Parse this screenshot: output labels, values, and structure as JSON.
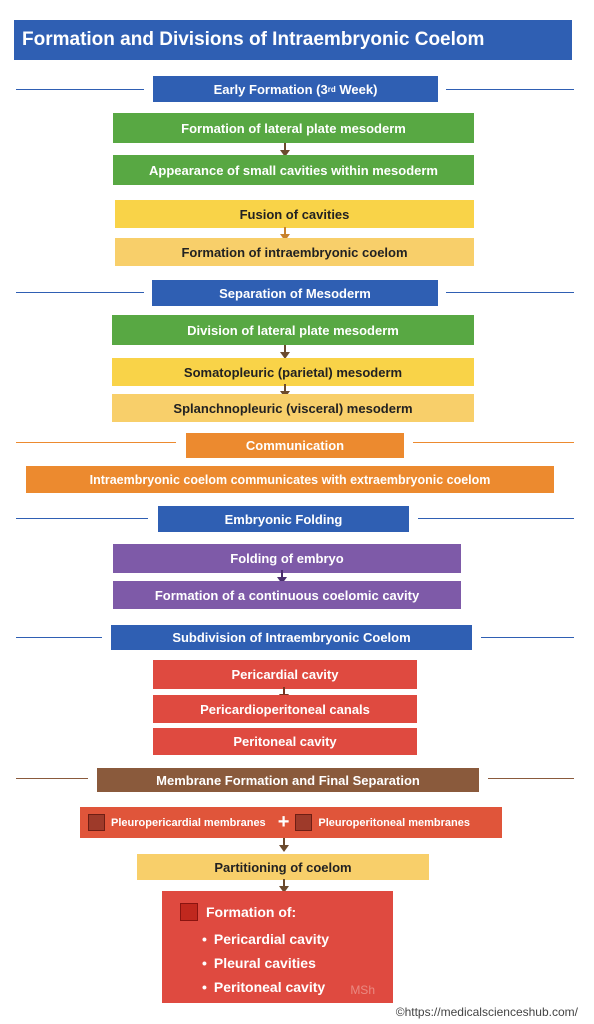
{
  "title": "Formation and Divisions of Intraembryonic Coelom",
  "sections": {
    "early": {
      "heading_main": "Early Formation (3",
      "heading_sup": "rd",
      "heading_end": " Week)",
      "steps": [
        "Formation of lateral plate mesoderm",
        "Appearance of small cavities within mesoderm",
        "Fusion of cavities",
        "Formation of intraembryonic coelom"
      ]
    },
    "separation": {
      "heading": "Separation of Mesoderm",
      "steps": [
        "Division of lateral plate mesoderm",
        "Somatopleuric (parietal) mesoderm",
        "Splanchnopleuric (visceral) mesoderm"
      ]
    },
    "communication": {
      "heading": "Communication",
      "steps": [
        "Intraembryonic coelom communicates with extraembryonic coelom"
      ]
    },
    "folding": {
      "heading": "Embryonic Folding",
      "steps": [
        "Folding of embryo",
        "Formation of a continuous coelomic cavity"
      ]
    },
    "subdivision": {
      "heading": "Subdivision of Intraembryonic Coelom",
      "steps": [
        "Pericardial cavity",
        "Pericardioperitoneal canals",
        "Peritoneal cavity"
      ]
    },
    "membrane": {
      "heading": "Membrane Formation and Final Separation",
      "left_membrane": "Pleuropericardial membranes",
      "plus": "+",
      "right_membrane": "Pleuroperitoneal membranes",
      "partition": "Partitioning of coelom",
      "final_heading": "Formation of:",
      "final_items": [
        "Pericardial cavity",
        "Pleural cavities",
        "Peritoneal cavity"
      ]
    }
  },
  "watermark": "MSh",
  "credit": "©https://medicalscienceshub.com/",
  "colors": {
    "blue": "#2f5fb3",
    "green": "#58a843",
    "yellow": "#f9d348",
    "light_yellow": "#f8cf6a",
    "orange": "#ec8a2f",
    "purple": "#7e5aa8",
    "red": "#df4a40",
    "brown": "#8a5a3c"
  }
}
